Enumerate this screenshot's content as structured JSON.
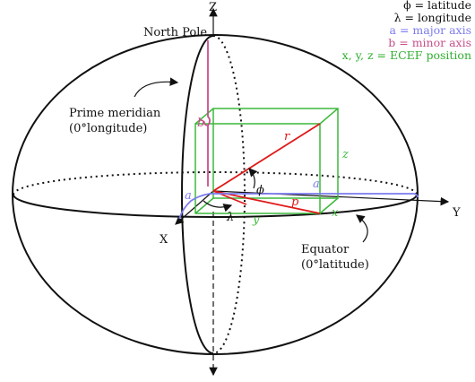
{
  "labels": {
    "z_axis": "Z",
    "y_axis": "Y",
    "x_axis": "X",
    "north_pole": "North Pole",
    "prime_meridian_line1": "Prime meridian",
    "prime_meridian_line2": "(0°longitude)",
    "equator_line1": "Equator",
    "equator_line2": "(0°latitude)"
  },
  "legend": [
    {
      "text": "ϕ = latitude",
      "color": "#111111"
    },
    {
      "text": "λ = longitude",
      "color": "#111111"
    },
    {
      "text": "a = major axis",
      "color": "#7b7bef"
    },
    {
      "text": "b = minor axis",
      "color": "#c8508a"
    },
    {
      "text": "x, y, z = ECEF position",
      "color": "#2fae2f"
    }
  ],
  "symbols": {
    "phi": "ϕ",
    "lambda": "λ",
    "r": "r",
    "p": "p",
    "a": "a",
    "b": "b",
    "x": "x",
    "y": "y",
    "z": "z"
  },
  "colors": {
    "ellipsoid": "#111111",
    "green_box": "#3cb83c",
    "red_vectors": "#e01818",
    "major_axis": "#7b7bef",
    "minor_axis": "#c8508a"
  }
}
